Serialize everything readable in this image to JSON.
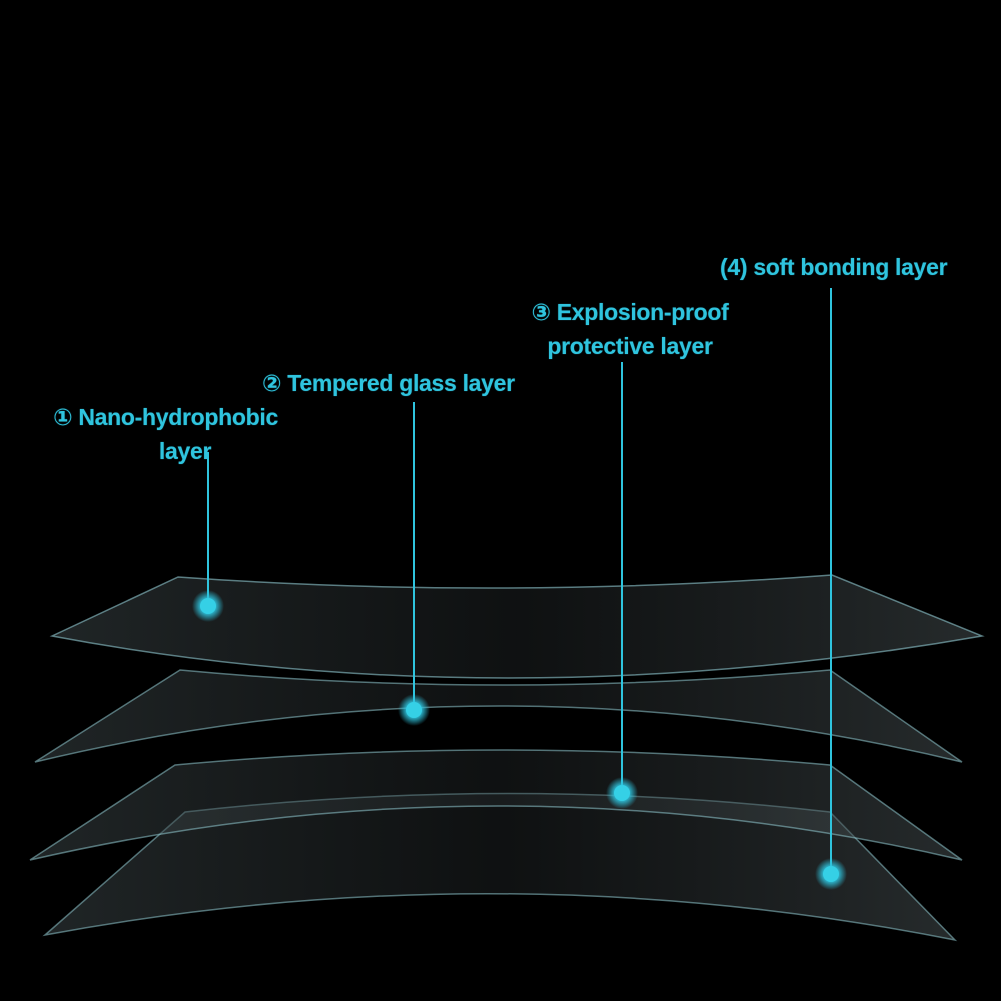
{
  "colors": {
    "background": "#000000",
    "accent": "#2fc4de",
    "sheet_edge": "#9fd4dc"
  },
  "layers": [
    {
      "number": "①",
      "name_line1": "Nano-hydrophobic",
      "name_line2": "layer"
    },
    {
      "number": "②",
      "name_line1": "Tempered glass layer"
    },
    {
      "number": "③",
      "name_line1": "Explosion-proof",
      "name_line2": "protective layer"
    },
    {
      "number": "(4)",
      "name_line1": "soft bonding layer"
    }
  ]
}
